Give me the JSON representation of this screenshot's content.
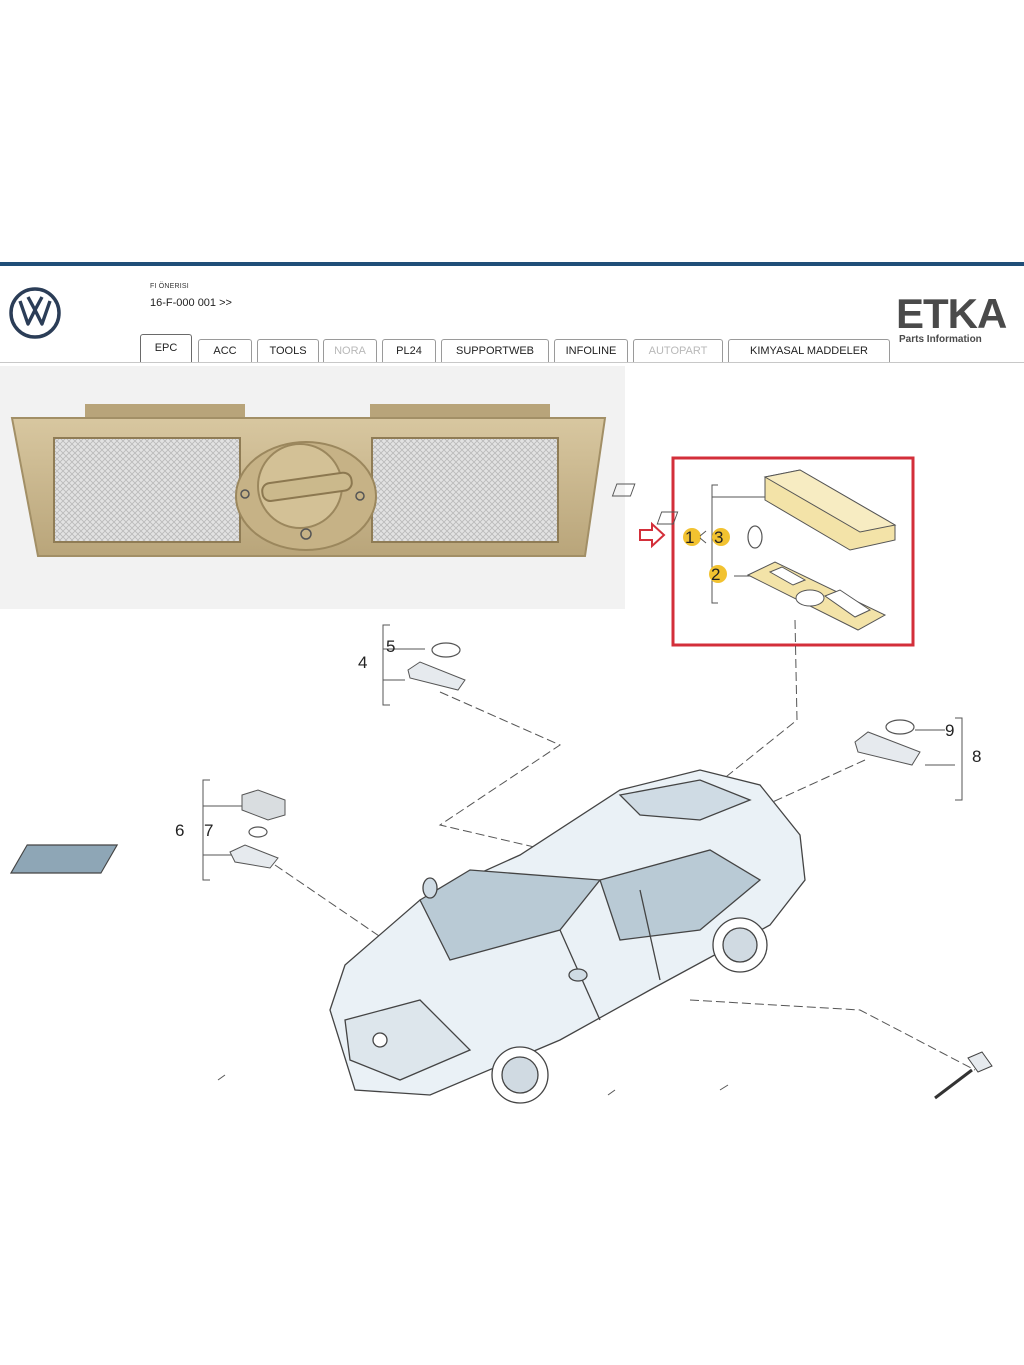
{
  "header": {
    "small_label": "FI ÖNERISI",
    "code": "16-F-000 001 >>",
    "brand_title": "ETKA",
    "brand_subtitle": "Parts Information",
    "logo_icon": "vw-logo-icon"
  },
  "tabs": [
    {
      "label": "EPC",
      "state": "active"
    },
    {
      "label": "ACC",
      "state": "normal"
    },
    {
      "label": "TOOLS",
      "state": "normal"
    },
    {
      "label": "NORA",
      "state": "disabled"
    },
    {
      "label": "PL24",
      "state": "normal"
    },
    {
      "label": "SUPPORTWEB",
      "state": "normal"
    },
    {
      "label": "INFOLINE",
      "state": "normal"
    },
    {
      "label": "AUTOPART",
      "state": "disabled"
    },
    {
      "label": "KIMYASAL MADDELER",
      "state": "normal"
    }
  ],
  "diagram": {
    "callouts": {
      "c1": "1",
      "c2": "2",
      "c3": "3",
      "c4": "4",
      "c5": "5",
      "c6": "6",
      "c7": "7",
      "c8": "8",
      "c9": "9"
    },
    "highlight_color": "#d32f3a",
    "marker_color": "#f2c230",
    "part_color": "#f3e3a8"
  },
  "colors": {
    "header_bar": "#1f4e78",
    "lamp_housing": "#c9b68d"
  }
}
